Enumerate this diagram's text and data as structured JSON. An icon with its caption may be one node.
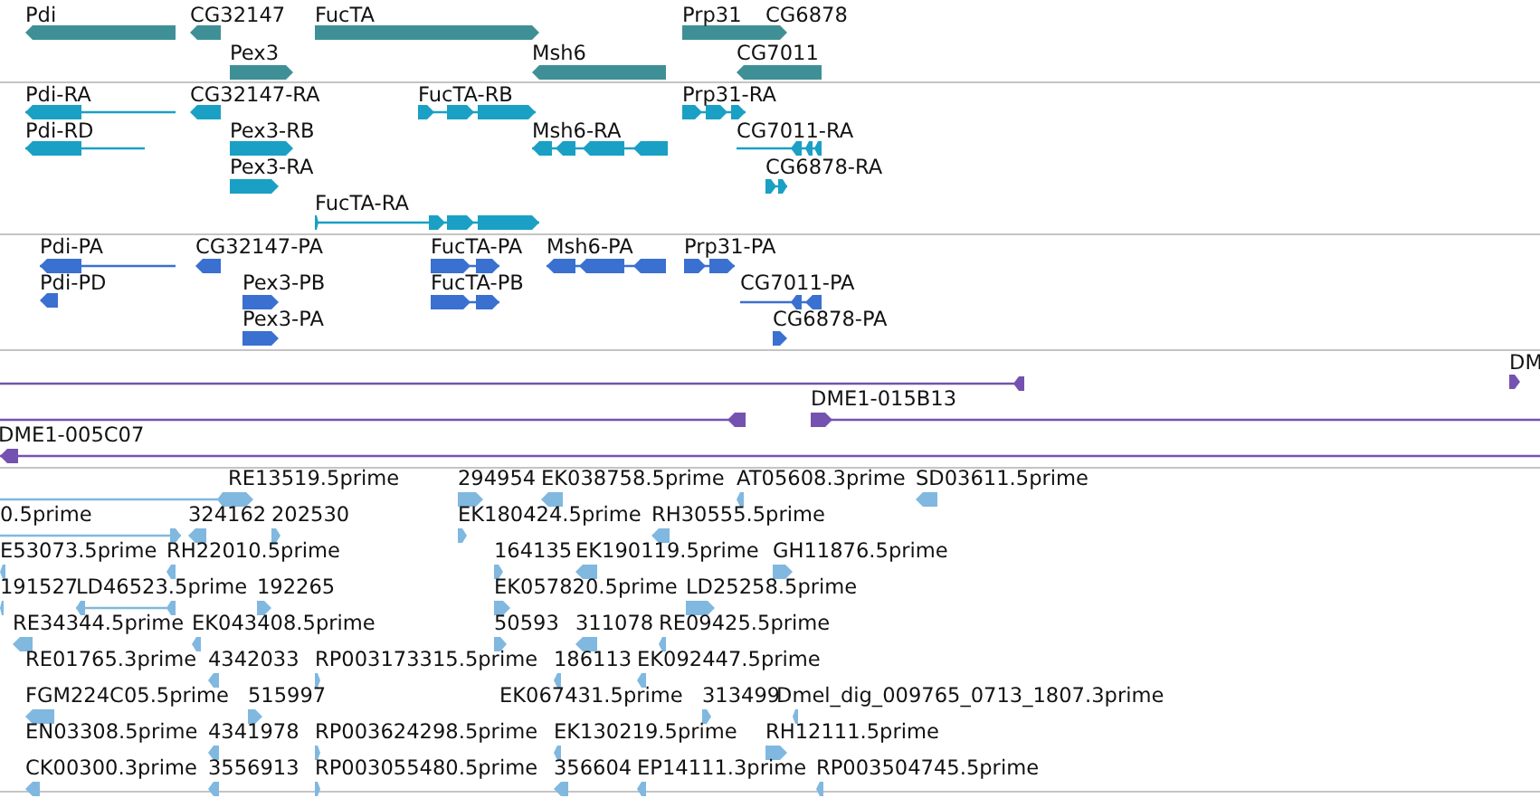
{
  "diagram": {
    "labels": [
      "Pdi",
      "CG32147",
      "FucTA",
      "Prp31",
      "CG6878",
      "Pex3",
      "Msh6",
      "CG7011",
      "Pdi-RA",
      "CG32147-RA",
      "FucTA-RB",
      "Prp31-RA",
      "Pdi-RD",
      "Pex3-RB",
      "Msh6-RA",
      "CG7011-RA",
      "Pex3-RA",
      "CG6878-RA",
      "FucTA-RA",
      "Pdi-PA",
      "CG32147-PA",
      "FucTA-PA",
      "Msh6-PA",
      "Prp31-PA",
      "Pdi-PD",
      "Pex3-PB",
      "FucTA-PB",
      "CG7011-PA",
      "Pex3-PA",
      "CG6878-PA",
      "DM",
      "DME1-015B13",
      "DME1-005C07",
      "RE13519.5prime",
      "294954",
      "EK038758.5prime",
      "AT05608.3prime",
      "SD03611.5prime",
      "0.5prime",
      "324162",
      "202530",
      "EK180424.5prime",
      "RH30555.5prime",
      "E53073.5prime",
      "RH22010.5prime",
      "164135",
      "EK190119.5prime",
      "GH11876.5prime",
      "191527",
      "LD46523.5prime",
      "192265",
      "EK057820.5prime",
      "LD25258.5prime",
      "RE34344.5prime",
      "EK043408.5prime",
      "50593",
      "311078",
      "RE09425.5prime",
      "RE01765.3prime",
      "4342033",
      "RP003173315.5prime",
      "186113",
      "EK092447.5prime",
      "FGM224C05.5prime",
      "515997",
      "EK067431.5prime",
      "313499",
      "Dmel_dig_009765_0713_1807.3prime",
      "EN03308.5prime",
      "4341978",
      "RP003624298.5prime",
      "EK130219.5prime",
      "RH12111.5prime",
      "CK00300.3prime",
      "3556913",
      "RP003055480.5prime",
      "356604",
      "EP14111.3prime",
      "RP003504745.5prime"
    ]
  }
}
